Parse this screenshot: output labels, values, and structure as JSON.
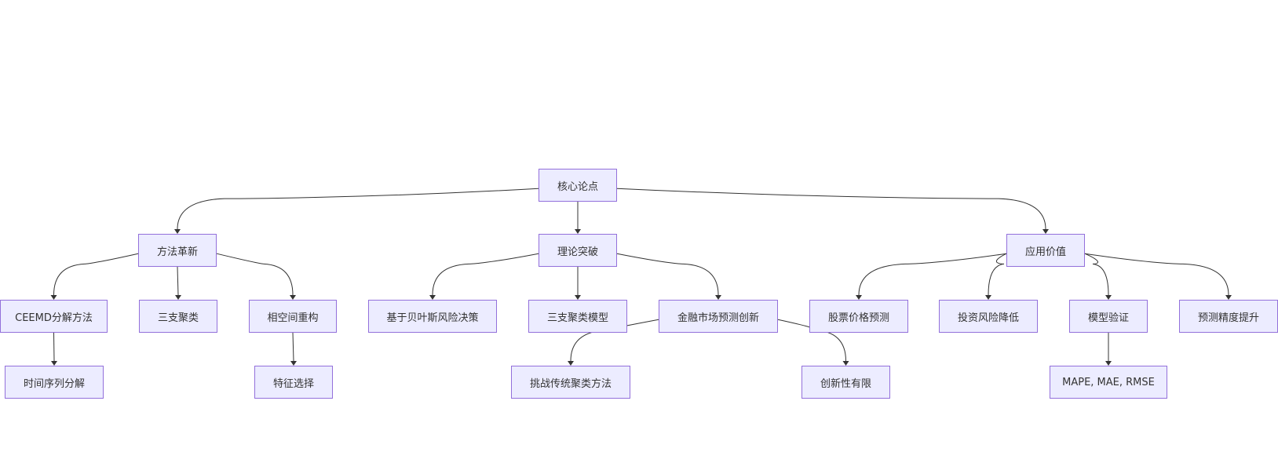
{
  "diagram": {
    "colors": {
      "node_fill": "#ECECFF",
      "node_border": "#9370DB",
      "edge": "#333333",
      "text": "#333333"
    },
    "nodes": {
      "root": "核心论点",
      "method": "方法革新",
      "theory": "理论突破",
      "application": "应用价值",
      "ceemd": "CEEMD分解方法",
      "three_way": "三支聚类",
      "phase_space": "相空间重构",
      "bayes": "基于贝叶斯风险决策",
      "three_way_model": "三支聚类模型",
      "finance_innovation": "金融市场预测创新",
      "stock": "股票价格预测",
      "risk": "投资风险降低",
      "validation": "模型验证",
      "precision": "预测精度提升",
      "time_series": "时间序列分解",
      "feature": "特征选择",
      "challenge": "挑战传统聚类方法",
      "limited": "创新性有限",
      "metrics": "MAPE, MAE, RMSE"
    },
    "edges": [
      [
        "root",
        "method"
      ],
      [
        "root",
        "theory"
      ],
      [
        "root",
        "application"
      ],
      [
        "method",
        "ceemd"
      ],
      [
        "method",
        "three_way"
      ],
      [
        "method",
        "phase_space"
      ],
      [
        "theory",
        "bayes"
      ],
      [
        "theory",
        "three_way_model"
      ],
      [
        "theory",
        "finance_innovation"
      ],
      [
        "application",
        "stock"
      ],
      [
        "application",
        "risk"
      ],
      [
        "application",
        "validation"
      ],
      [
        "application",
        "precision"
      ],
      [
        "ceemd",
        "time_series"
      ],
      [
        "phase_space",
        "feature"
      ],
      [
        "finance_innovation",
        "challenge"
      ],
      [
        "finance_innovation",
        "limited"
      ],
      [
        "validation",
        "metrics"
      ]
    ]
  }
}
